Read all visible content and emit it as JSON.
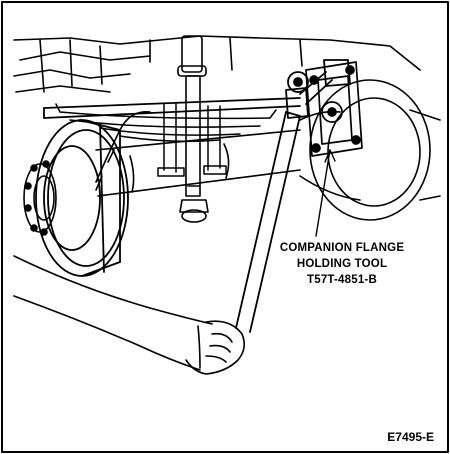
{
  "callout": {
    "line1": "COMPANION FLANGE",
    "line2": "HOLDING TOOL",
    "line3": "T57T-4851-B"
  },
  "figure_id": "E7495-E",
  "colors": {
    "ink": "#000000",
    "paper": "#ffffff"
  }
}
